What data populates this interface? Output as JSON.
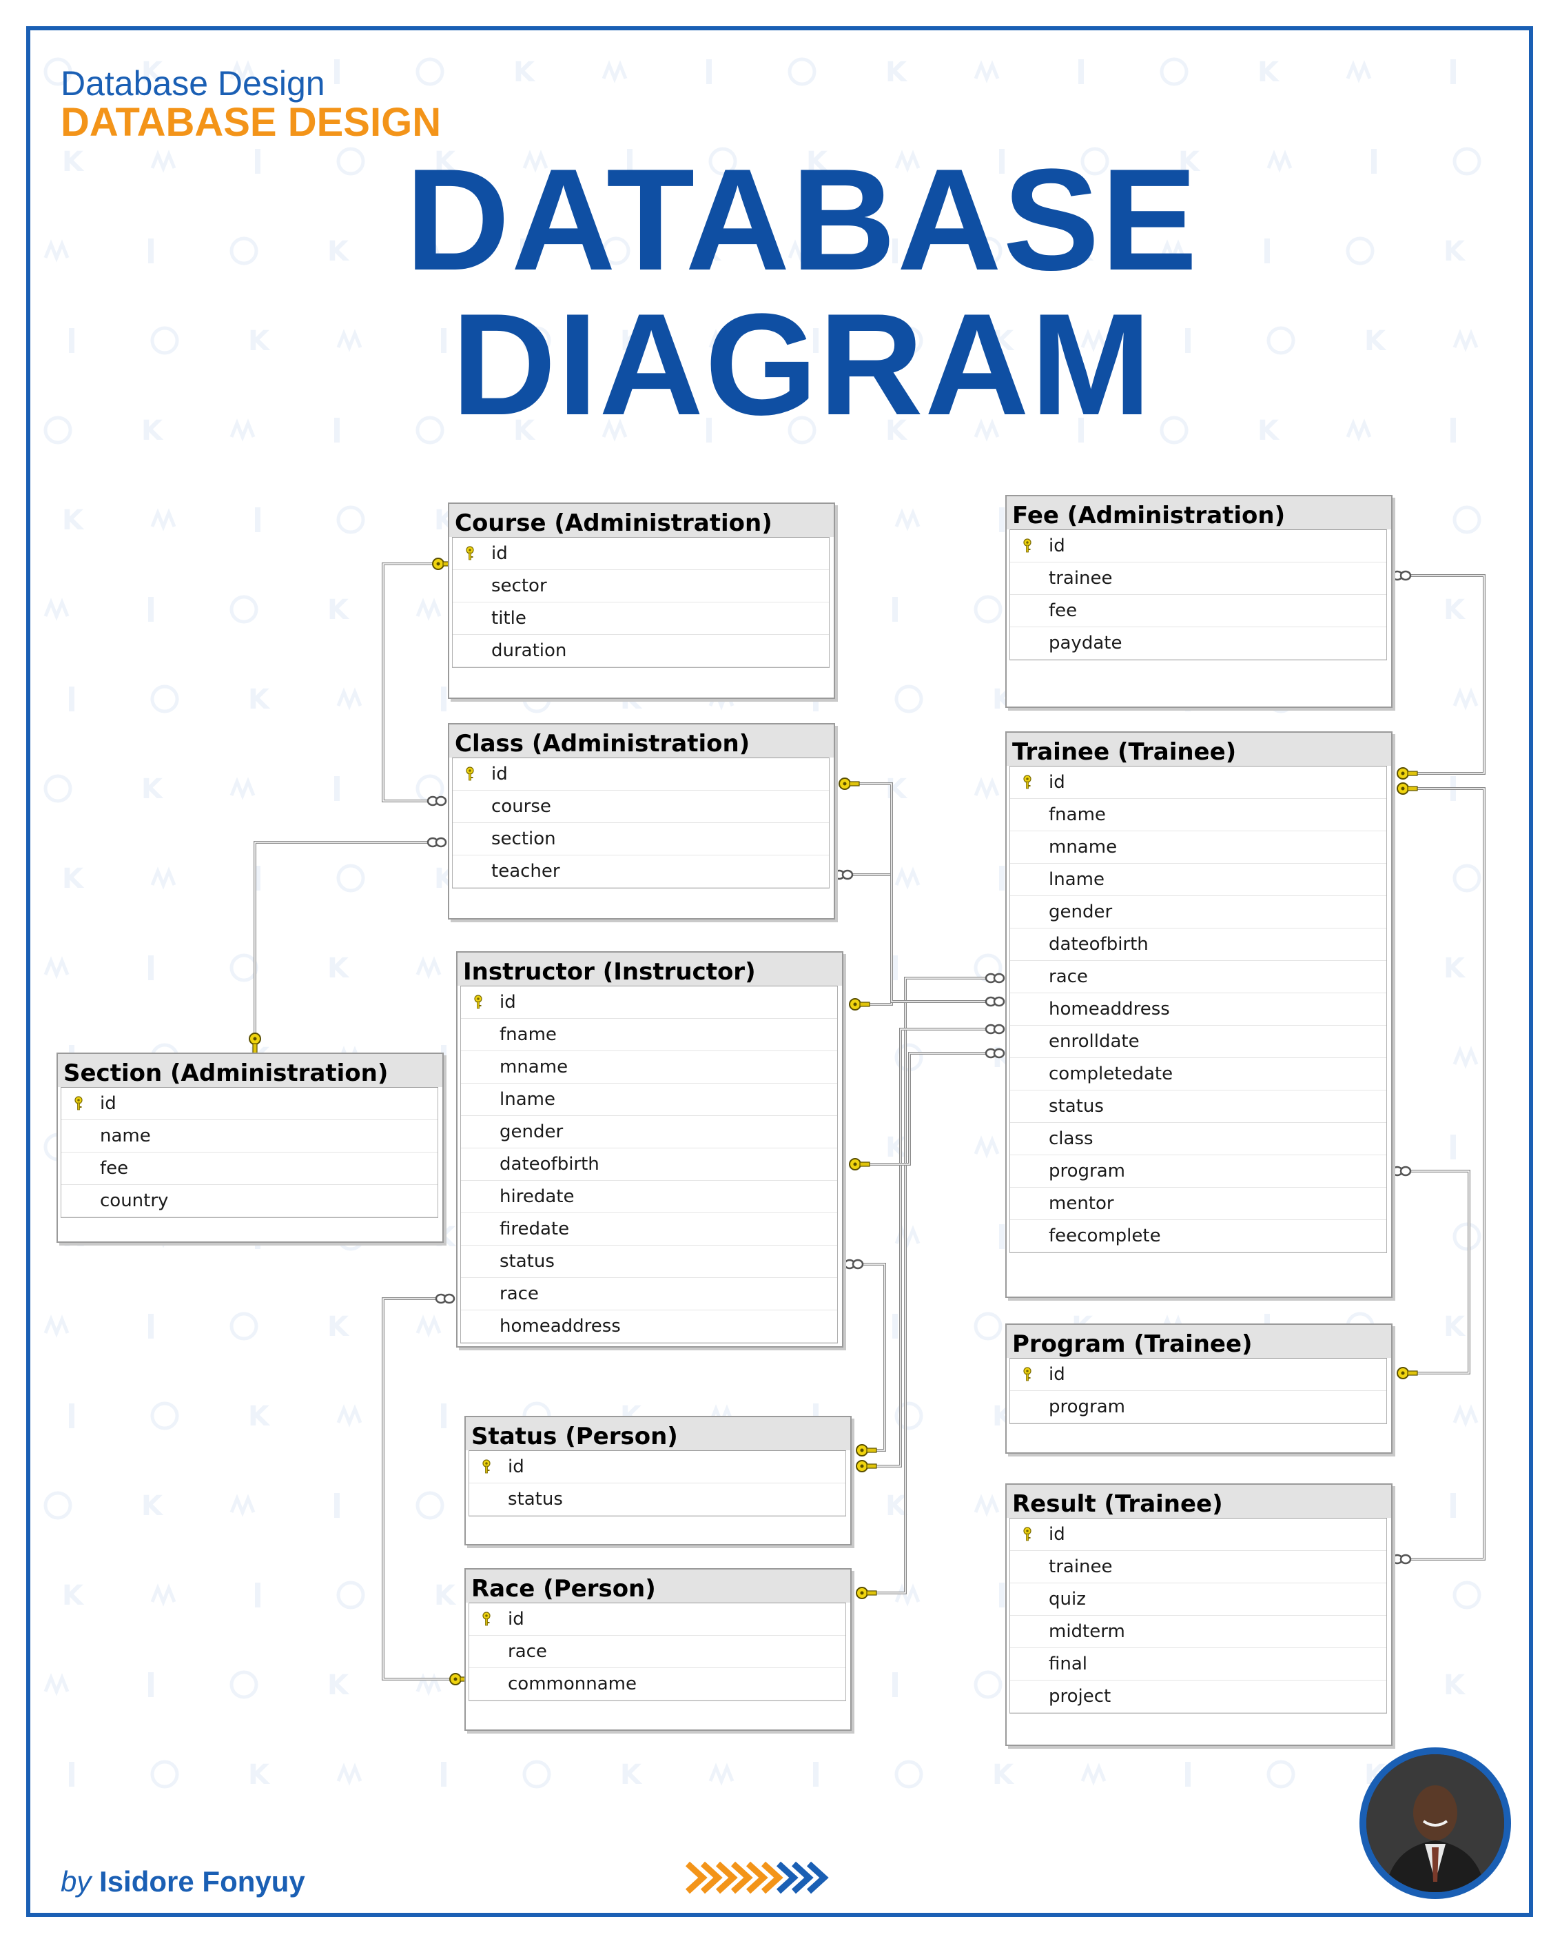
{
  "header": {
    "subtitle_blue": "Database Design",
    "subtitle_orange": "DATABASE DESIGN",
    "title_line1": "DATABASE",
    "title_line2": "DIAGRAM"
  },
  "byline": {
    "by": "by",
    "author": "Isidore Fonyuy"
  },
  "colors": {
    "frame": "#1a5fb4",
    "title": "#0f4fa3",
    "accent_orange": "#f39419",
    "key_yellow": "#e8d21a",
    "connector": "#8a8a8a"
  },
  "tables": {
    "course": {
      "title": "Course (Administration)",
      "pk": "id",
      "columns": [
        "id",
        "sector",
        "title",
        "duration"
      ]
    },
    "class": {
      "title": "Class (Administration)",
      "pk": "id",
      "columns": [
        "id",
        "course",
        "section",
        "teacher"
      ]
    },
    "instructor": {
      "title": "Instructor (Instructor)",
      "pk": "id",
      "columns": [
        "id",
        "fname",
        "mname",
        "lname",
        "gender",
        "dateofbirth",
        "hiredate",
        "firedate",
        "status",
        "race",
        "homeaddress"
      ]
    },
    "section": {
      "title": "Section (Administration)",
      "pk": "id",
      "columns": [
        "id",
        "name",
        "fee",
        "country"
      ]
    },
    "status": {
      "title": "Status (Person)",
      "pk": "id",
      "columns": [
        "id",
        "status"
      ]
    },
    "race": {
      "title": "Race (Person)",
      "pk": "id",
      "columns": [
        "id",
        "race",
        "commonname"
      ]
    },
    "fee": {
      "title": "Fee (Administration)",
      "pk": "id",
      "columns": [
        "id",
        "trainee",
        "fee",
        "paydate"
      ]
    },
    "trainee": {
      "title": "Trainee (Trainee)",
      "pk": "id",
      "columns": [
        "id",
        "fname",
        "mname",
        "lname",
        "gender",
        "dateofbirth",
        "race",
        "homeaddress",
        "enrolldate",
        "completedate",
        "status",
        "class",
        "program",
        "mentor",
        "feecomplete"
      ]
    },
    "program": {
      "title": "Program (Trainee)",
      "pk": "id",
      "columns": [
        "id",
        "program"
      ]
    },
    "result": {
      "title": "Result (Trainee)",
      "pk": "id",
      "columns": [
        "id",
        "trainee",
        "quiz",
        "midterm",
        "final",
        "project"
      ]
    }
  },
  "relationships": [
    {
      "from": "class.course",
      "to": "course.id"
    },
    {
      "from": "class.section",
      "to": "section.id"
    },
    {
      "from": "class.teacher",
      "to": "instructor.id"
    },
    {
      "from": "trainee.race",
      "to": "race.id"
    },
    {
      "from": "trainee.class",
      "to": "class.id"
    },
    {
      "from": "trainee.status",
      "to": "status.id"
    },
    {
      "from": "trainee.mentor",
      "to": "instructor.id"
    },
    {
      "from": "trainee.program",
      "to": "program.id"
    },
    {
      "from": "instructor.status",
      "to": "status.id"
    },
    {
      "from": "instructor.race",
      "to": "race.id"
    },
    {
      "from": "fee.trainee",
      "to": "trainee.id"
    },
    {
      "from": "result.trainee",
      "to": "trainee.id"
    }
  ]
}
